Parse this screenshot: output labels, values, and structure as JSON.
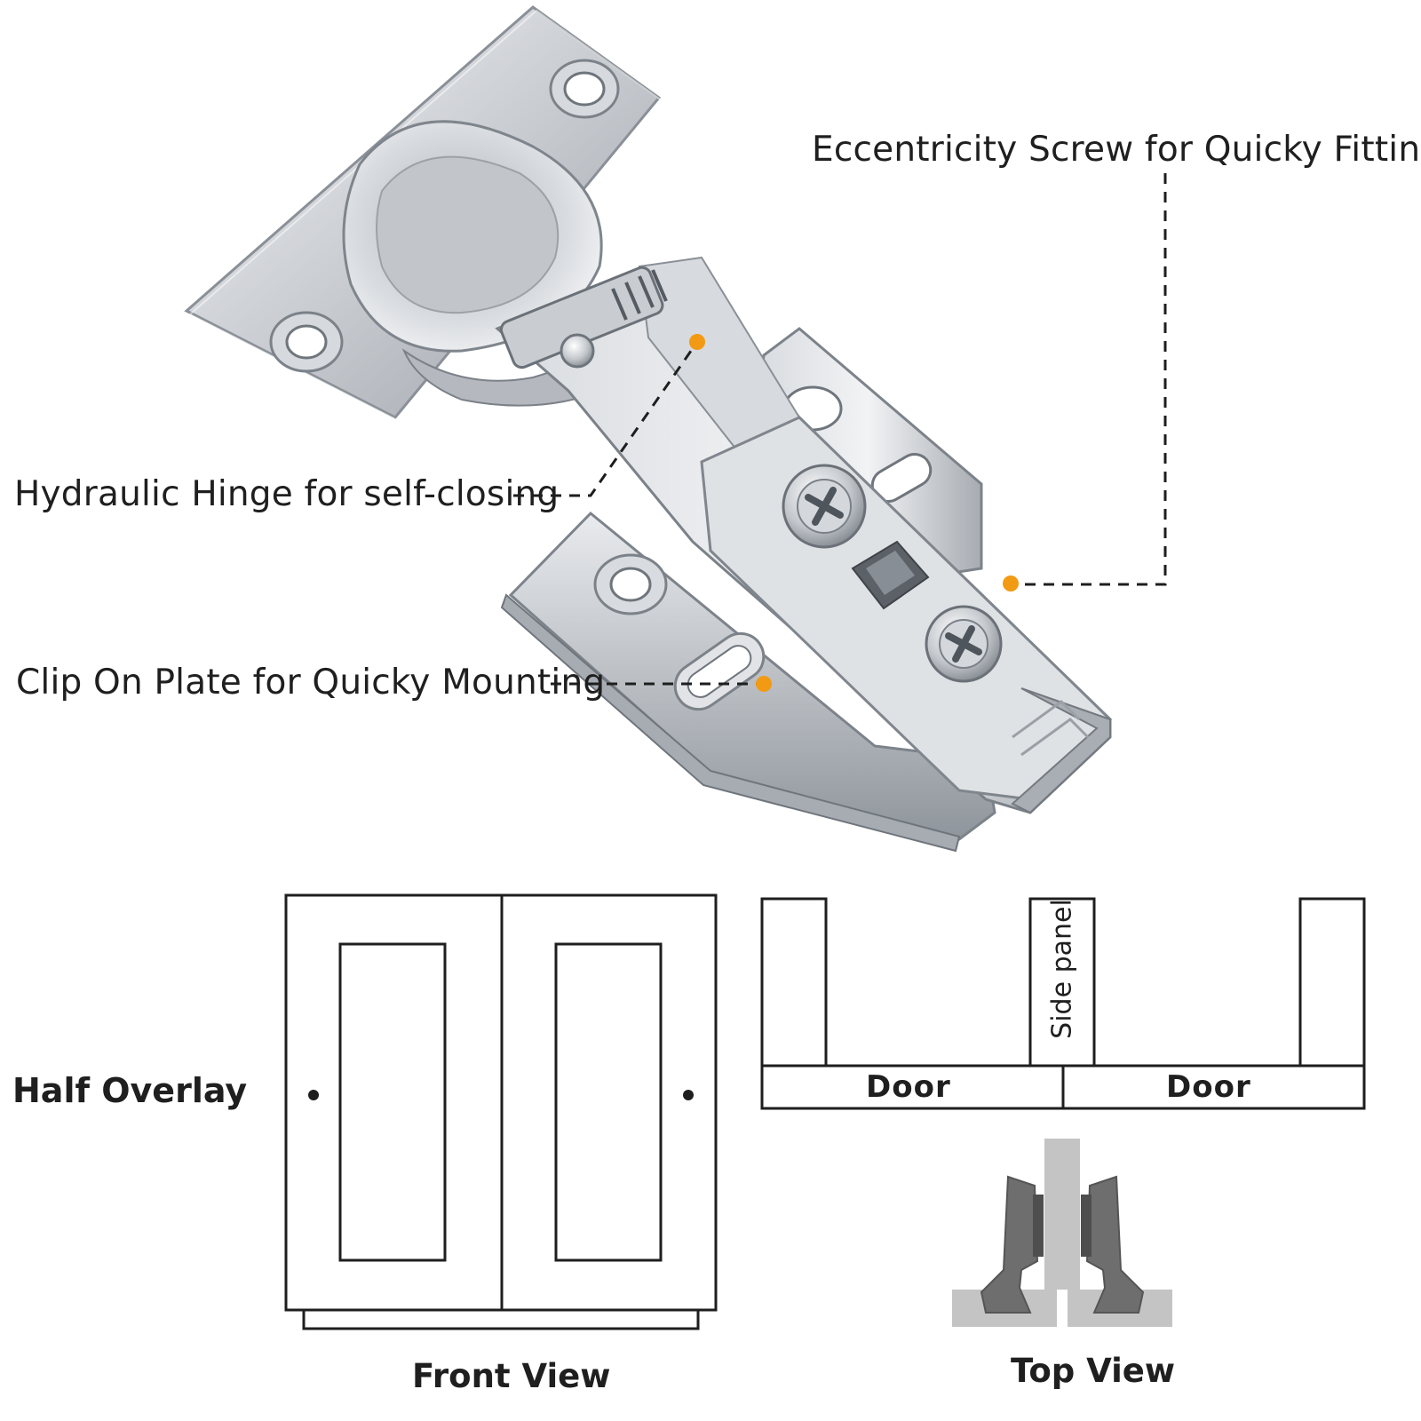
{
  "colors": {
    "marker": "#f29a14",
    "line": "#1e1e1e",
    "metal_light": "#e6e8ec",
    "metal_mid": "#bfc3c9",
    "metal_dark": "#8d9299",
    "diagram_gray_light": "#c4c4c4",
    "diagram_gray_dark": "#6e6e6e"
  },
  "callouts": {
    "eccentricity": "Eccentricity Screw for Quicky Fitting",
    "hydraulic": "Hydraulic Hinge for self-closing",
    "clip_plate": "Clip On Plate for Quicky Mounting"
  },
  "overlay_type": "Half Overlay",
  "front_view": {
    "caption": "Front View"
  },
  "top_view": {
    "caption": "Top View",
    "side_panel_label": "Side panel",
    "door_left_label": "Door",
    "door_right_label": "Door"
  },
  "icons": {
    "hinge": "cabinet-hinge-icon",
    "screw": "screw-icon",
    "marker": "dot-marker-icon"
  }
}
